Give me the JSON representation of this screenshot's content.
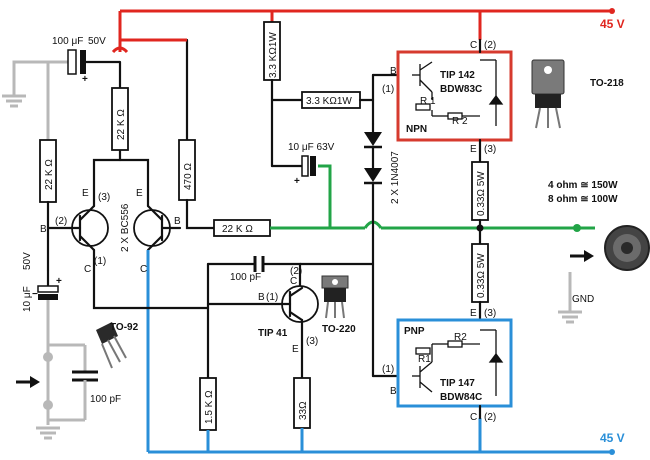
{
  "colors": {
    "positive_rail": "#e0261f",
    "negative_rail": "#2a8fd8",
    "input_ground_wire": "#b8b8b8",
    "output_wire": "#22a447",
    "npn_box": "#d63a2e",
    "pnp_box": "#2a8fd8",
    "wire": "#111111"
  },
  "rails": {
    "positive": "45 V",
    "negative": "45 V"
  },
  "components": {
    "c_input_label": "100 μF",
    "c_input_voltage": "50V",
    "r_top_left": "22 K Ω",
    "r_left_vertical": "22 K Ω",
    "r_470": "470 Ω",
    "r_feedback": "22 K Ω",
    "r_3k3_vertical": "3.3 KΩ1W",
    "r_3k3_horizontal": "3.3 KΩ1W",
    "c_10uf_label": "10 μF 63V",
    "diode_label": "2 X 1N4007",
    "bc556_label": "2 X BC556",
    "c_100pf_mid": "100 pF",
    "tip41_label": "TIP 41",
    "to220_label": "TO-220",
    "r_1k5": "1.5 K Ω",
    "r_33": "33Ω",
    "r_emitter_top": "0.33Ω 5W",
    "r_emitter_bottom": "0.33Ω 5W",
    "c_10uf_left_label": "10 μF",
    "c_10uf_left_voltage": "50V",
    "to92_label": "TO-92",
    "c_100pf_input": "100 pF",
    "to218_label": "TO-218"
  },
  "npn": {
    "title_line1": "TIP 142",
    "title_line2": "BDW83C",
    "type": "NPN",
    "r1": "R 1",
    "r2": "R 2",
    "pin_b": "B",
    "pin_b_num": "(1)",
    "pin_c": "C",
    "pin_c_num": "(2)",
    "pin_e": "E",
    "pin_e_num": "(3)"
  },
  "pnp": {
    "title_line1": "TIP 147",
    "title_line2": "BDW84C",
    "type": "PNP",
    "r1": "R1",
    "r2": "R2",
    "pin_b": "B",
    "pin_b_num": "(1)",
    "pin_c": "C",
    "pin_c_num": "(2)",
    "pin_e": "E",
    "pin_e_num": "(3)"
  },
  "pins": {
    "e": "E",
    "b": "B",
    "c": "C",
    "n1": "(1)",
    "n2": "(2)",
    "n3": "(3)"
  },
  "output": {
    "power_4ohm": "4 ohm ≅ 150W",
    "power_8ohm": "8 ohm ≅ 100W",
    "gnd": "GND"
  },
  "icons": [
    "speaker-icon",
    "ground-icon",
    "input-arrow-icon",
    "output-arrow-icon",
    "transistor-package-icon"
  ]
}
